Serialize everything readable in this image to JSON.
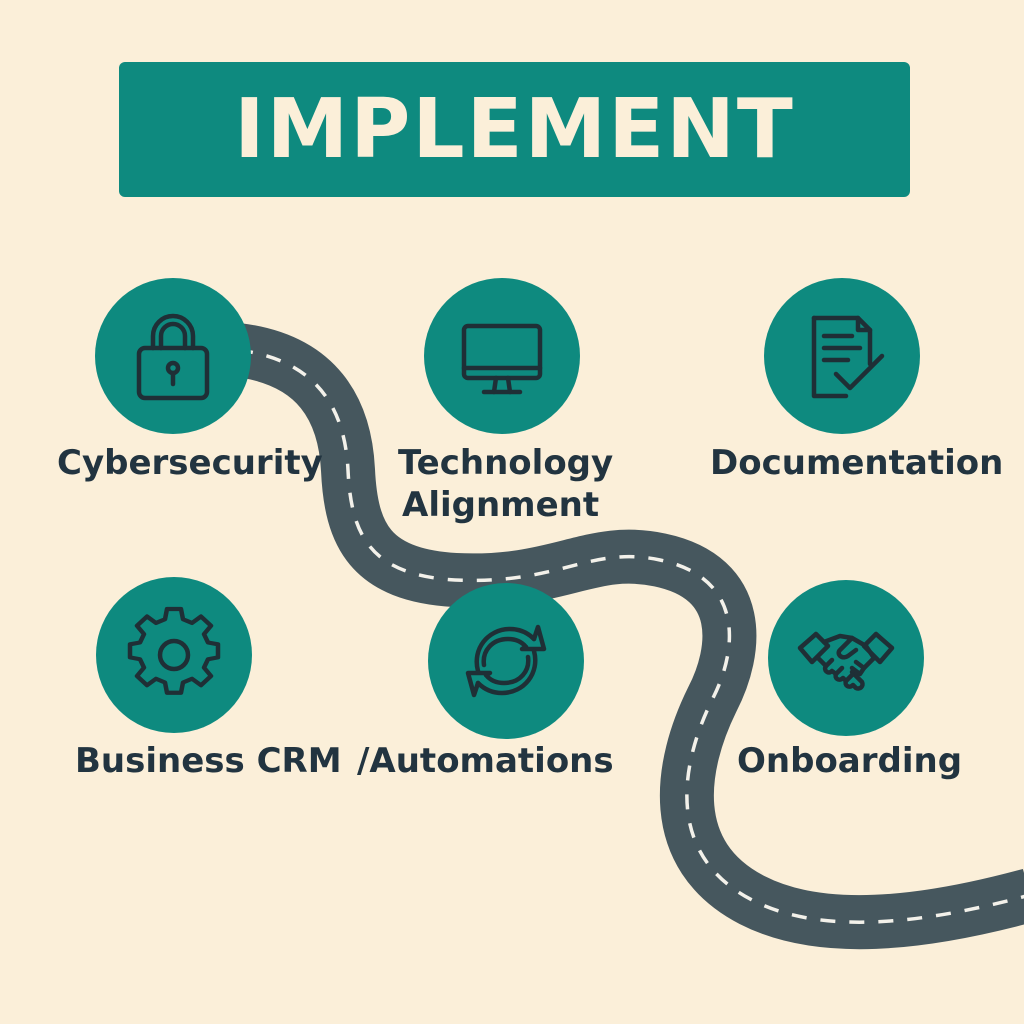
{
  "header": {
    "title": "IMPLEMENT"
  },
  "colors": {
    "background": "#fbefd9",
    "accent": "#0e8a7f",
    "road": "#46575e",
    "text": "#223440"
  },
  "steps": [
    {
      "label": "Cybersecurity",
      "icon": "lock-icon"
    },
    {
      "label": "Technology",
      "label_line2": "Alignment",
      "icon": "monitor-icon"
    },
    {
      "label": "Documentation",
      "icon": "document-check-icon"
    },
    {
      "label": "Business CRM",
      "icon": "gear-icon"
    },
    {
      "label": "/Automations",
      "icon": "refresh-arrows-icon"
    },
    {
      "label": "Onboarding",
      "icon": "handshake-icon"
    }
  ]
}
